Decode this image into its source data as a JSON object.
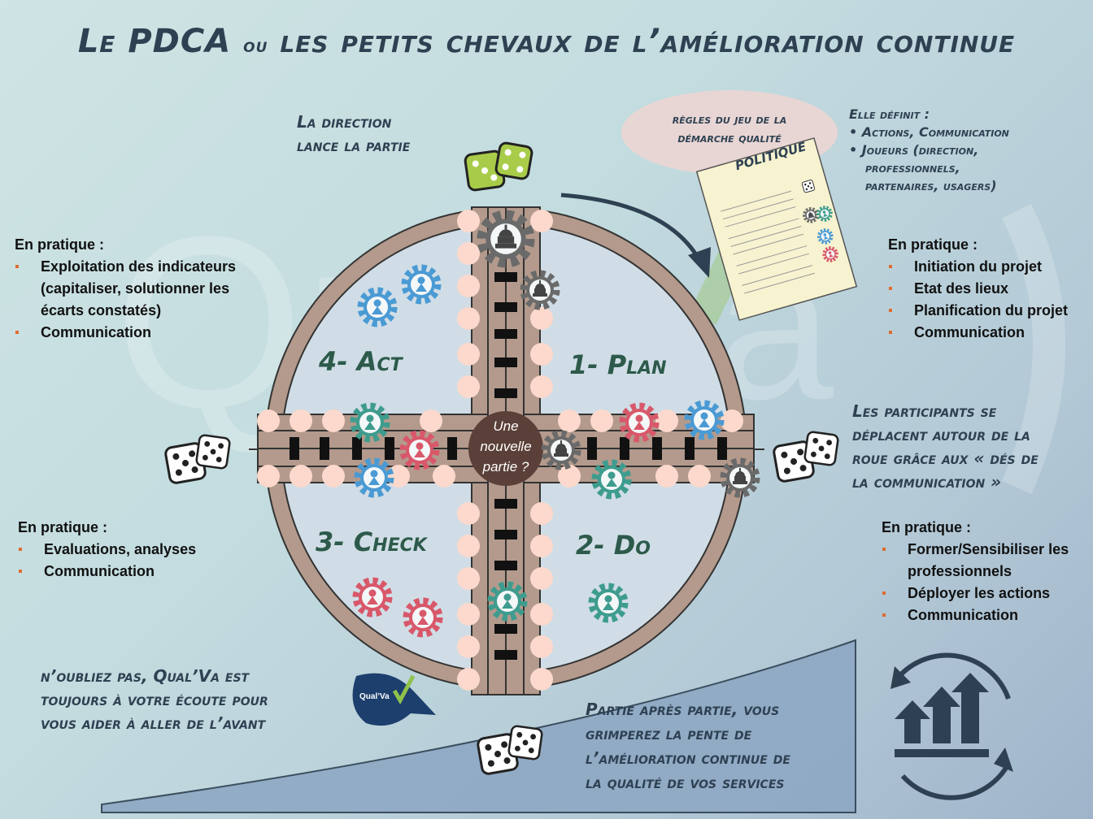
{
  "title": {
    "main": "Le PDCA",
    "connector": "ou",
    "rest": "les petits chevaux de l’amélioration continue"
  },
  "direction": {
    "line1": "La direction",
    "line2": "lance la partie"
  },
  "rules_bubble": {
    "line1": "règles du jeu de la",
    "line2": "démarche qualité"
  },
  "politique": {
    "title": "POLITIQUE"
  },
  "definit": {
    "heading": "Elle définit :",
    "items": [
      "Actions, Communication",
      "Joueurs (direction,",
      "professionnels,",
      "partenaires, usagers)"
    ]
  },
  "quadrants": {
    "act": "4- Act",
    "plan": "1- Plan",
    "check": "3- Check",
    "do": "2- Do"
  },
  "center": {
    "line1": "Une",
    "line2": "nouvelle",
    "line3": "partie ?"
  },
  "practice_act": {
    "heading": "En pratique :",
    "items": [
      "Exploitation des indicateurs",
      "(capitaliser, solutionner les",
      "écarts constatés)",
      "Communication"
    ]
  },
  "practice_plan": {
    "heading": "En pratique :",
    "items": [
      "Initiation  du projet",
      "Etat des lieux",
      "Planification du projet",
      "Communication"
    ]
  },
  "practice_check": {
    "heading": "En pratique :",
    "items": [
      "Evaluations, analyses",
      "Communication"
    ]
  },
  "practice_do": {
    "heading": "En pratique :",
    "items": [
      "Former/Sensibiliser  les",
      "professionnels",
      "Déployer les actions",
      "Communication"
    ]
  },
  "participants": {
    "line1": "Les participants se",
    "line2": "déplacent autour de la",
    "line3": "roue grâce aux « dés de",
    "line4": "la communication »"
  },
  "reminder": {
    "line1": "n’oubliez pas, Qual’Va est",
    "line2": "toujours à votre écoute pour",
    "line3": "vous aider à aller de l’avant"
  },
  "slope_text": {
    "line1": "Partie après partie, vous",
    "line2": "grimperez la pente de",
    "line3": "l’amélioration continue de",
    "line4": "la qualité de vos services"
  },
  "logo": {
    "text": "Qual’Va"
  },
  "watermark": {
    "text": "Qual'Va"
  },
  "colors": {
    "ring": "#b39a8c",
    "track": "#b39a8c",
    "slot": "#111111",
    "peg": "#fcd9cc",
    "quadrant": "#d0dde6",
    "center": "#5a4038",
    "accent": "#e06a2c",
    "pawn_teal": "#3e9c8e",
    "pawn_blue": "#4a9ad4",
    "pawn_red": "#d8586a",
    "pawn_grey": "#5a5a5a",
    "dice_green": "#a8cc4a",
    "slope": "#8ea8c4"
  },
  "icons": [
    "dice-icon",
    "capitol-gear-icon",
    "person-gear-icon",
    "curved-arrow-icon",
    "improvement-arrows-icon"
  ]
}
